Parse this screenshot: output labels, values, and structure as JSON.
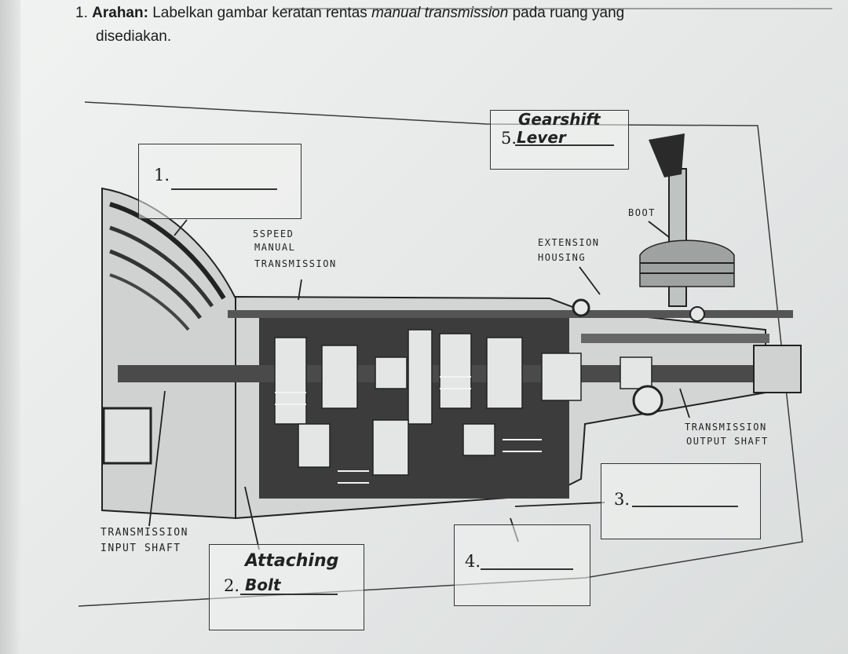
{
  "instruction": {
    "number": "1.",
    "bold_lead": "Arahan:",
    "text_before": " Labelkan gambar keratan rentas ",
    "italic_term": "manual transmission",
    "text_after": " pada ruang yang",
    "line2": "disediakan."
  },
  "diagram_labels": {
    "five_speed": "5SPEED",
    "manual": "MANUAL",
    "transmission": "TRANSMISSION",
    "boot": "BOOT",
    "extension": "EXTENSION",
    "housing": "HOUSING",
    "output_1": "TRANSMISSION",
    "output_2": "OUTPUT SHAFT",
    "input_1": "TRANSMISSION",
    "input_2": "INPUT SHAFT"
  },
  "answers": [
    {
      "number": "1.",
      "written": ""
    },
    {
      "number": "2.",
      "written": "Bolt",
      "written_above": "Attaching"
    },
    {
      "number": "3.",
      "written": ""
    },
    {
      "number": "4.",
      "written": ""
    },
    {
      "number": "5.",
      "written": "Lever",
      "written_above": "Gearshift"
    }
  ]
}
